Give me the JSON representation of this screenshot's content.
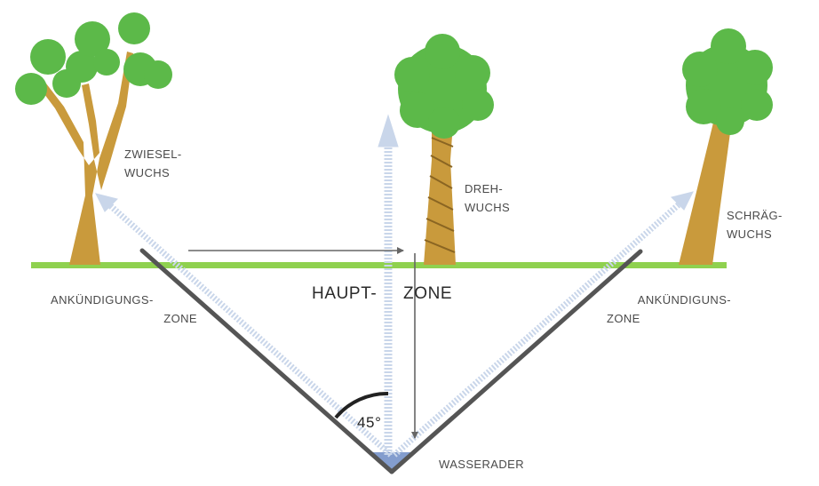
{
  "labels": {
    "zwiesel_1": "ZWIESEL-",
    "zwiesel_2": "WUCHS",
    "dreh_1": "DREH-",
    "dreh_2": "WUCHS",
    "schraeg_1": "SCHRÄG-",
    "schraeg_2": "WUCHS",
    "ank_left_1": "ANKÜNDIGUNGS-",
    "ank_left_2": "ZONE",
    "ank_right_1": "ANKÜNDIGUNS-",
    "ank_right_2": "ZONE",
    "haupt": "HAUPT-",
    "zone": "ZONE",
    "angle": "45°",
    "wasserader": "WASSERADER"
  },
  "colors": {
    "ground": "#8fd14f",
    "foliage": "#5cb949",
    "trunk": "#c99a3c",
    "v_lines": "#555555",
    "rays": "#c9d6ea",
    "water": "#6d8cc6"
  }
}
